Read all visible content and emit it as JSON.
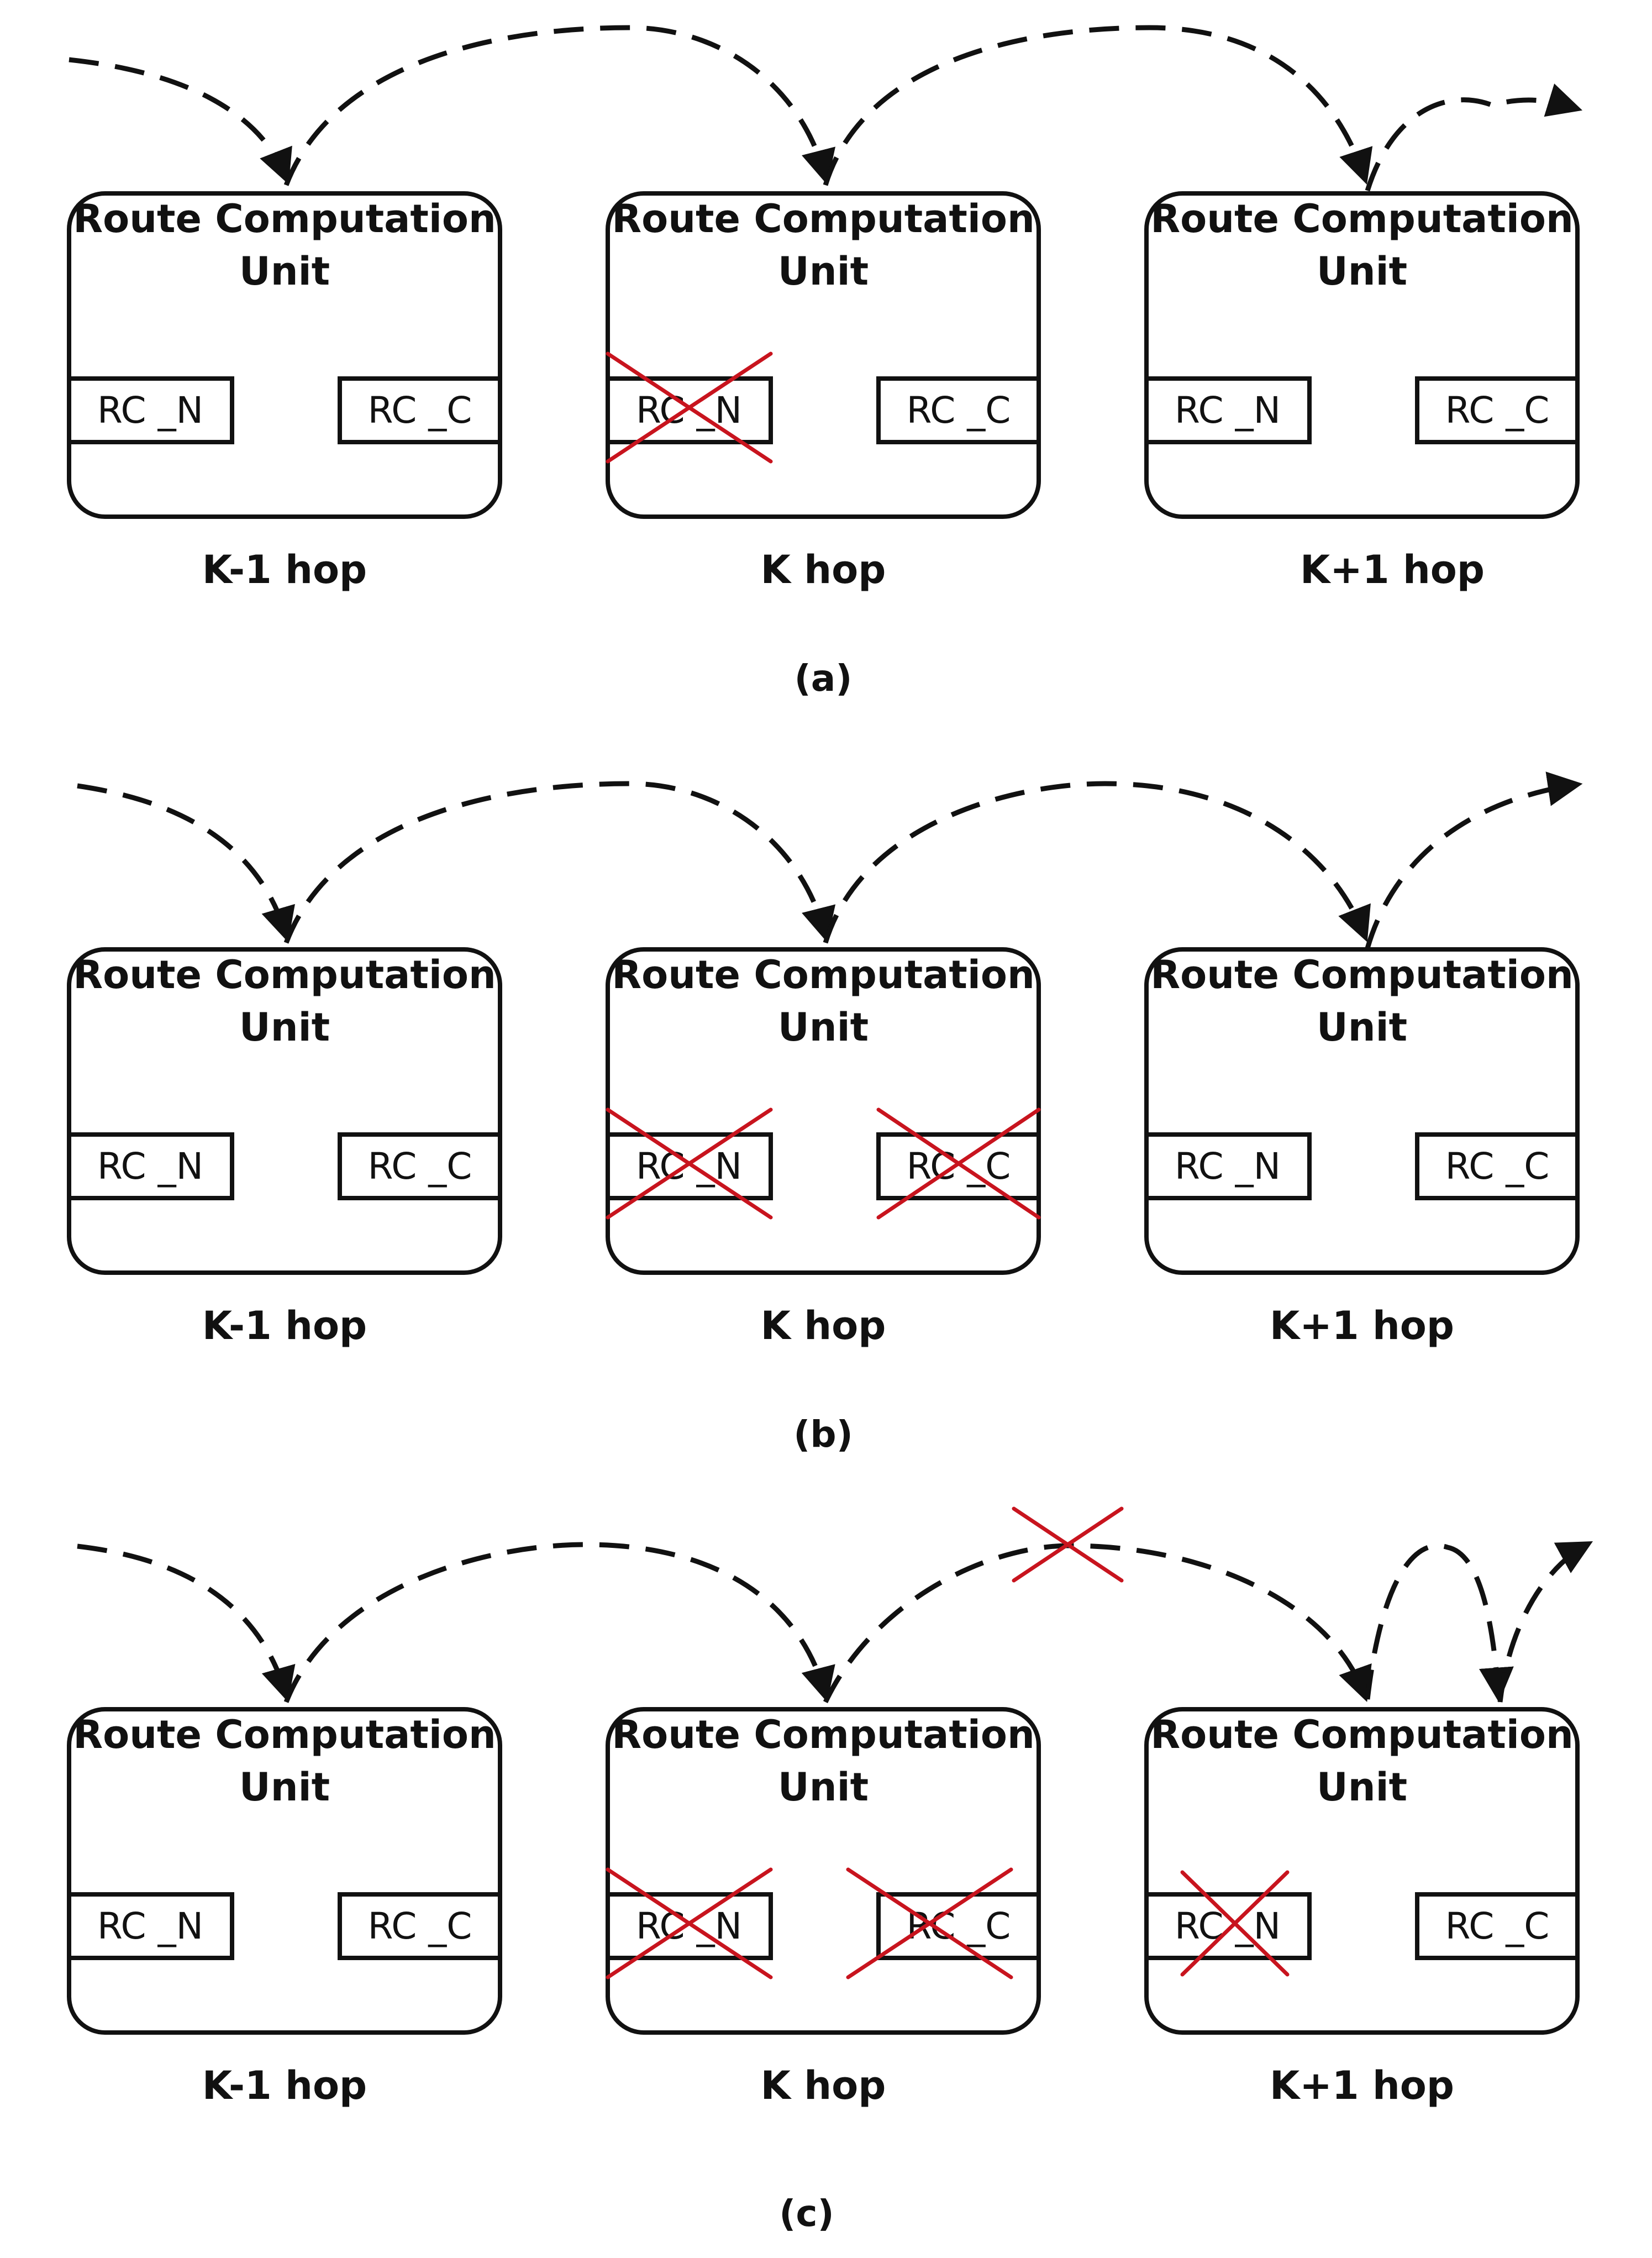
{
  "colors": {
    "ink": "#111111",
    "failure": "#c8141e",
    "background": "#ffffff"
  },
  "panels": [
    {
      "caption": "(a)",
      "units": [
        {
          "title_line1": "Route Computation",
          "title_line2": "Unit",
          "rc_n": "RC _N",
          "rc_c": "RC _C",
          "hop": "K-1 hop",
          "rc_n_failed": false,
          "rc_c_failed": false
        },
        {
          "title_line1": "Route Computation",
          "title_line2": "Unit",
          "rc_n": "RC _N",
          "rc_c": "RC _C",
          "hop": "K hop",
          "rc_n_failed": true,
          "rc_c_failed": false
        },
        {
          "title_line1": "Route Computation",
          "title_line2": "Unit",
          "rc_n": "RC _N",
          "rc_c": "RC _C",
          "hop": "K+1  hop",
          "rc_n_failed": false,
          "rc_c_failed": false
        }
      ],
      "link_failed": false
    },
    {
      "caption": "(b)",
      "units": [
        {
          "title_line1": "Route Computation",
          "title_line2": "Unit",
          "rc_n": "RC _N",
          "rc_c": "RC _C",
          "hop": "K-1 hop",
          "rc_n_failed": false,
          "rc_c_failed": false
        },
        {
          "title_line1": "Route Computation",
          "title_line2": "Unit",
          "rc_n": "RC _N",
          "rc_c": "RC _C",
          "hop": "K hop",
          "rc_n_failed": true,
          "rc_c_failed": true
        },
        {
          "title_line1": "Route Computation",
          "title_line2": "Unit",
          "rc_n": "RC _N",
          "rc_c": "RC _C",
          "hop": "K+1 hop",
          "rc_n_failed": false,
          "rc_c_failed": false
        }
      ],
      "link_failed": false
    },
    {
      "caption": "(c)",
      "units": [
        {
          "title_line1": "Route Computation",
          "title_line2": "Unit",
          "rc_n": "RC _N",
          "rc_c": "RC _C",
          "hop": "K-1 hop",
          "rc_n_failed": false,
          "rc_c_failed": false
        },
        {
          "title_line1": "Route Computation",
          "title_line2": "Unit",
          "rc_n": "RC _N",
          "rc_c": "RC _C",
          "hop": "K hop",
          "rc_n_failed": true,
          "rc_c_failed": true
        },
        {
          "title_line1": "Route Computation",
          "title_line2": "Unit",
          "rc_n": "RC _N",
          "rc_c": "RC _C",
          "hop": "K+1 hop",
          "rc_n_failed": true,
          "rc_c_failed": false
        }
      ],
      "link_failed": true
    }
  ]
}
